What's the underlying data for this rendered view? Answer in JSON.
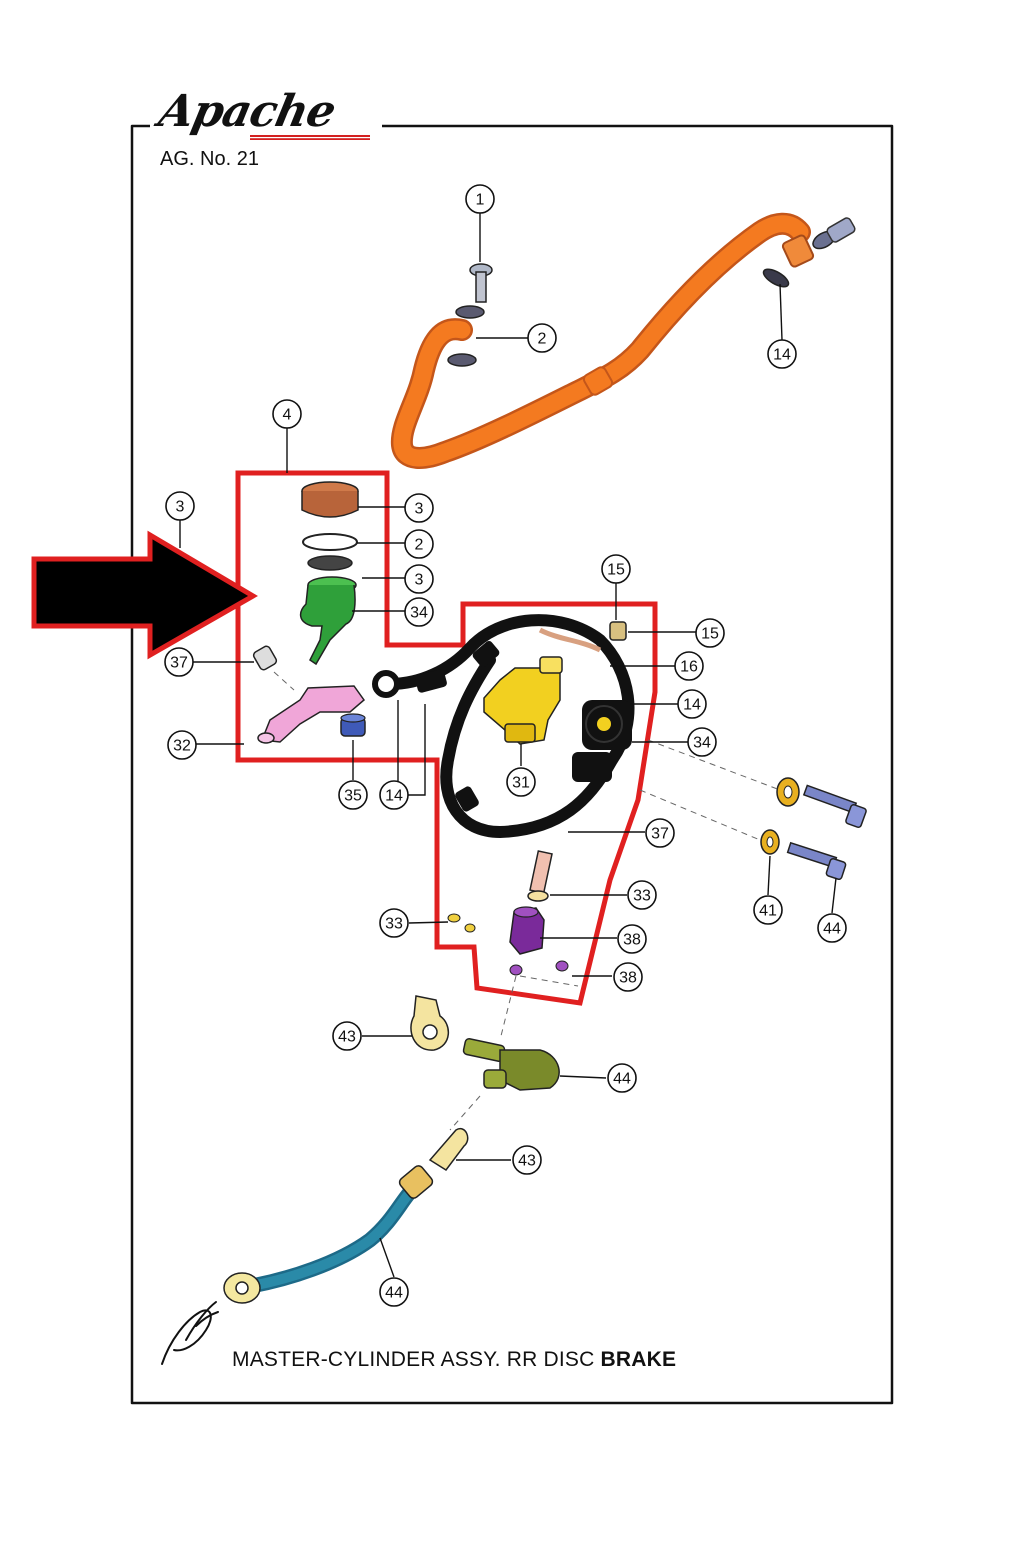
{
  "header": {
    "brand": "Apache",
    "ag_no": "AG. No. 21"
  },
  "footer": {
    "title_main": "MASTER-CYLINDER ASSY. RR DISC",
    "title_bold": "BRAKE"
  },
  "colors": {
    "highlight_outline": "#e02020",
    "arrow_fill": "#000000",
    "hose_orange": "#f47a20",
    "reservoir_cap": "#b8643a",
    "reservoir_body": "#2fa03a",
    "pushrod_pink": "#f0a6d8",
    "master_cylinder_yellow": "#f2d020",
    "bolt_purple": "#7a2a9a",
    "banjo_olive": "#7a8a2a",
    "lower_hose_teal": "#2a8aa8",
    "washer_gold": "#e8b020",
    "bolt_blue": "#7a86c8"
  },
  "callouts": [
    {
      "id": "c1",
      "label": "1"
    },
    {
      "id": "c2-top",
      "label": "2"
    },
    {
      "id": "c14-top",
      "label": "14"
    },
    {
      "id": "c4",
      "label": "4"
    },
    {
      "id": "c3-left",
      "label": "3"
    },
    {
      "id": "c3-cap",
      "label": "3"
    },
    {
      "id": "c2-ring",
      "label": "2"
    },
    {
      "id": "c3-body",
      "label": "3"
    },
    {
      "id": "c34-body",
      "label": "34"
    },
    {
      "id": "c15-top",
      "label": "15"
    },
    {
      "id": "c15-right",
      "label": "15"
    },
    {
      "id": "c16",
      "label": "16"
    },
    {
      "id": "c14-right",
      "label": "14"
    },
    {
      "id": "c34-right",
      "label": "34"
    },
    {
      "id": "c37-left",
      "label": "37"
    },
    {
      "id": "c32",
      "label": "32"
    },
    {
      "id": "c35",
      "label": "35"
    },
    {
      "id": "c14-mid",
      "label": "14"
    },
    {
      "id": "c31",
      "label": "31"
    },
    {
      "id": "c37-right",
      "label": "37"
    },
    {
      "id": "c33-right",
      "label": "33"
    },
    {
      "id": "c33-left",
      "label": "33"
    },
    {
      "id": "c38-a",
      "label": "38"
    },
    {
      "id": "c38-b",
      "label": "38"
    },
    {
      "id": "c41",
      "label": "41"
    },
    {
      "id": "c44-right",
      "label": "44"
    },
    {
      "id": "c43-a",
      "label": "43"
    },
    {
      "id": "c44-banjo",
      "label": "44"
    },
    {
      "id": "c43-b",
      "label": "43"
    },
    {
      "id": "c44-hose",
      "label": "44"
    }
  ]
}
